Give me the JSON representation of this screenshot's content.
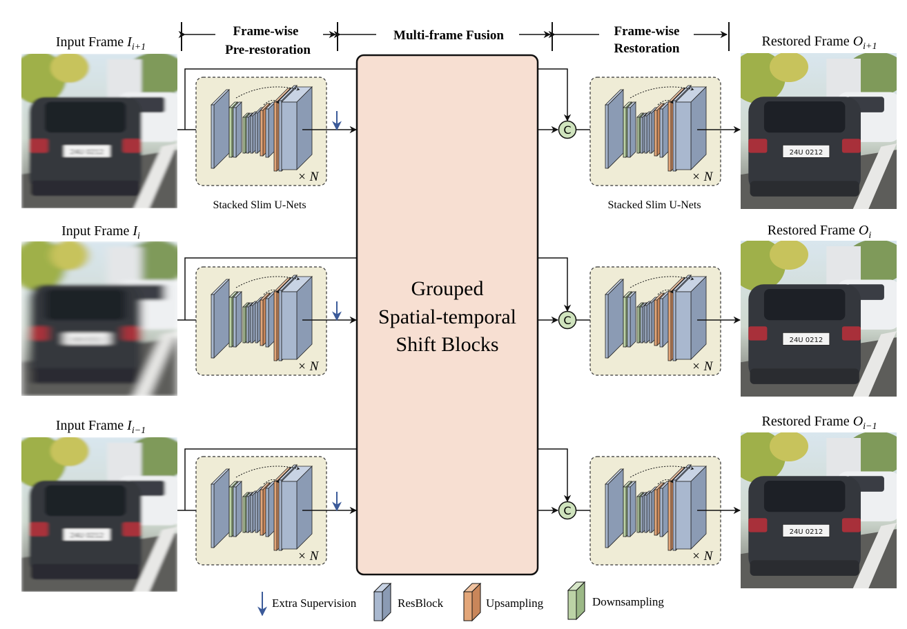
{
  "stage_headers": {
    "pre_restoration": [
      "Frame-wise",
      "Pre-restoration"
    ],
    "fusion": "Multi-frame Fusion",
    "restoration": [
      "Frame-wise",
      "Restoration"
    ]
  },
  "rows": [
    {
      "input_text": "Input Frame ",
      "input_var": "I",
      "input_sub": "i+1",
      "output_text": "Restored Frame ",
      "output_var": "O",
      "output_sub": "i+1",
      "input_plate": "24U 0212",
      "output_plate": "24U 0212",
      "stacked_label": "Stacked Slim U-Nets"
    },
    {
      "input_text": "Input Frame ",
      "input_var": "I",
      "input_sub": "i",
      "output_text": "Restored Frame ",
      "output_var": "O",
      "output_sub": "i",
      "input_plate": "24U 0212",
      "output_plate": "24U 0212",
      "stacked_label": ""
    },
    {
      "input_text": "Input Frame ",
      "input_var": "I",
      "input_sub": "i−1",
      "output_text": "Restored Frame ",
      "output_var": "O",
      "output_sub": "i−1",
      "input_plate": "24U 0212",
      "output_plate": "24U 0212",
      "stacked_label": ""
    }
  ],
  "unet_repeat_label": "× N",
  "concat_symbol": "C",
  "fusion_block": [
    "Grouped",
    "Spatial-temporal",
    "Shift Blocks"
  ],
  "legend": {
    "extra_supervision": "Extra Supervision",
    "resblock": "ResBlock",
    "upsampling": "Upsampling",
    "downsampling": "Downsampling"
  },
  "colors": {
    "resblock": "#a9b8cf",
    "upsampling": "#e3a679",
    "downsampling": "#bcd3a6",
    "unet_panel": "#efecd6",
    "fusion_block": "#f7dfd2",
    "concat_node": "#cfe3bd",
    "supervision_arrow": "#3b5a99"
  }
}
